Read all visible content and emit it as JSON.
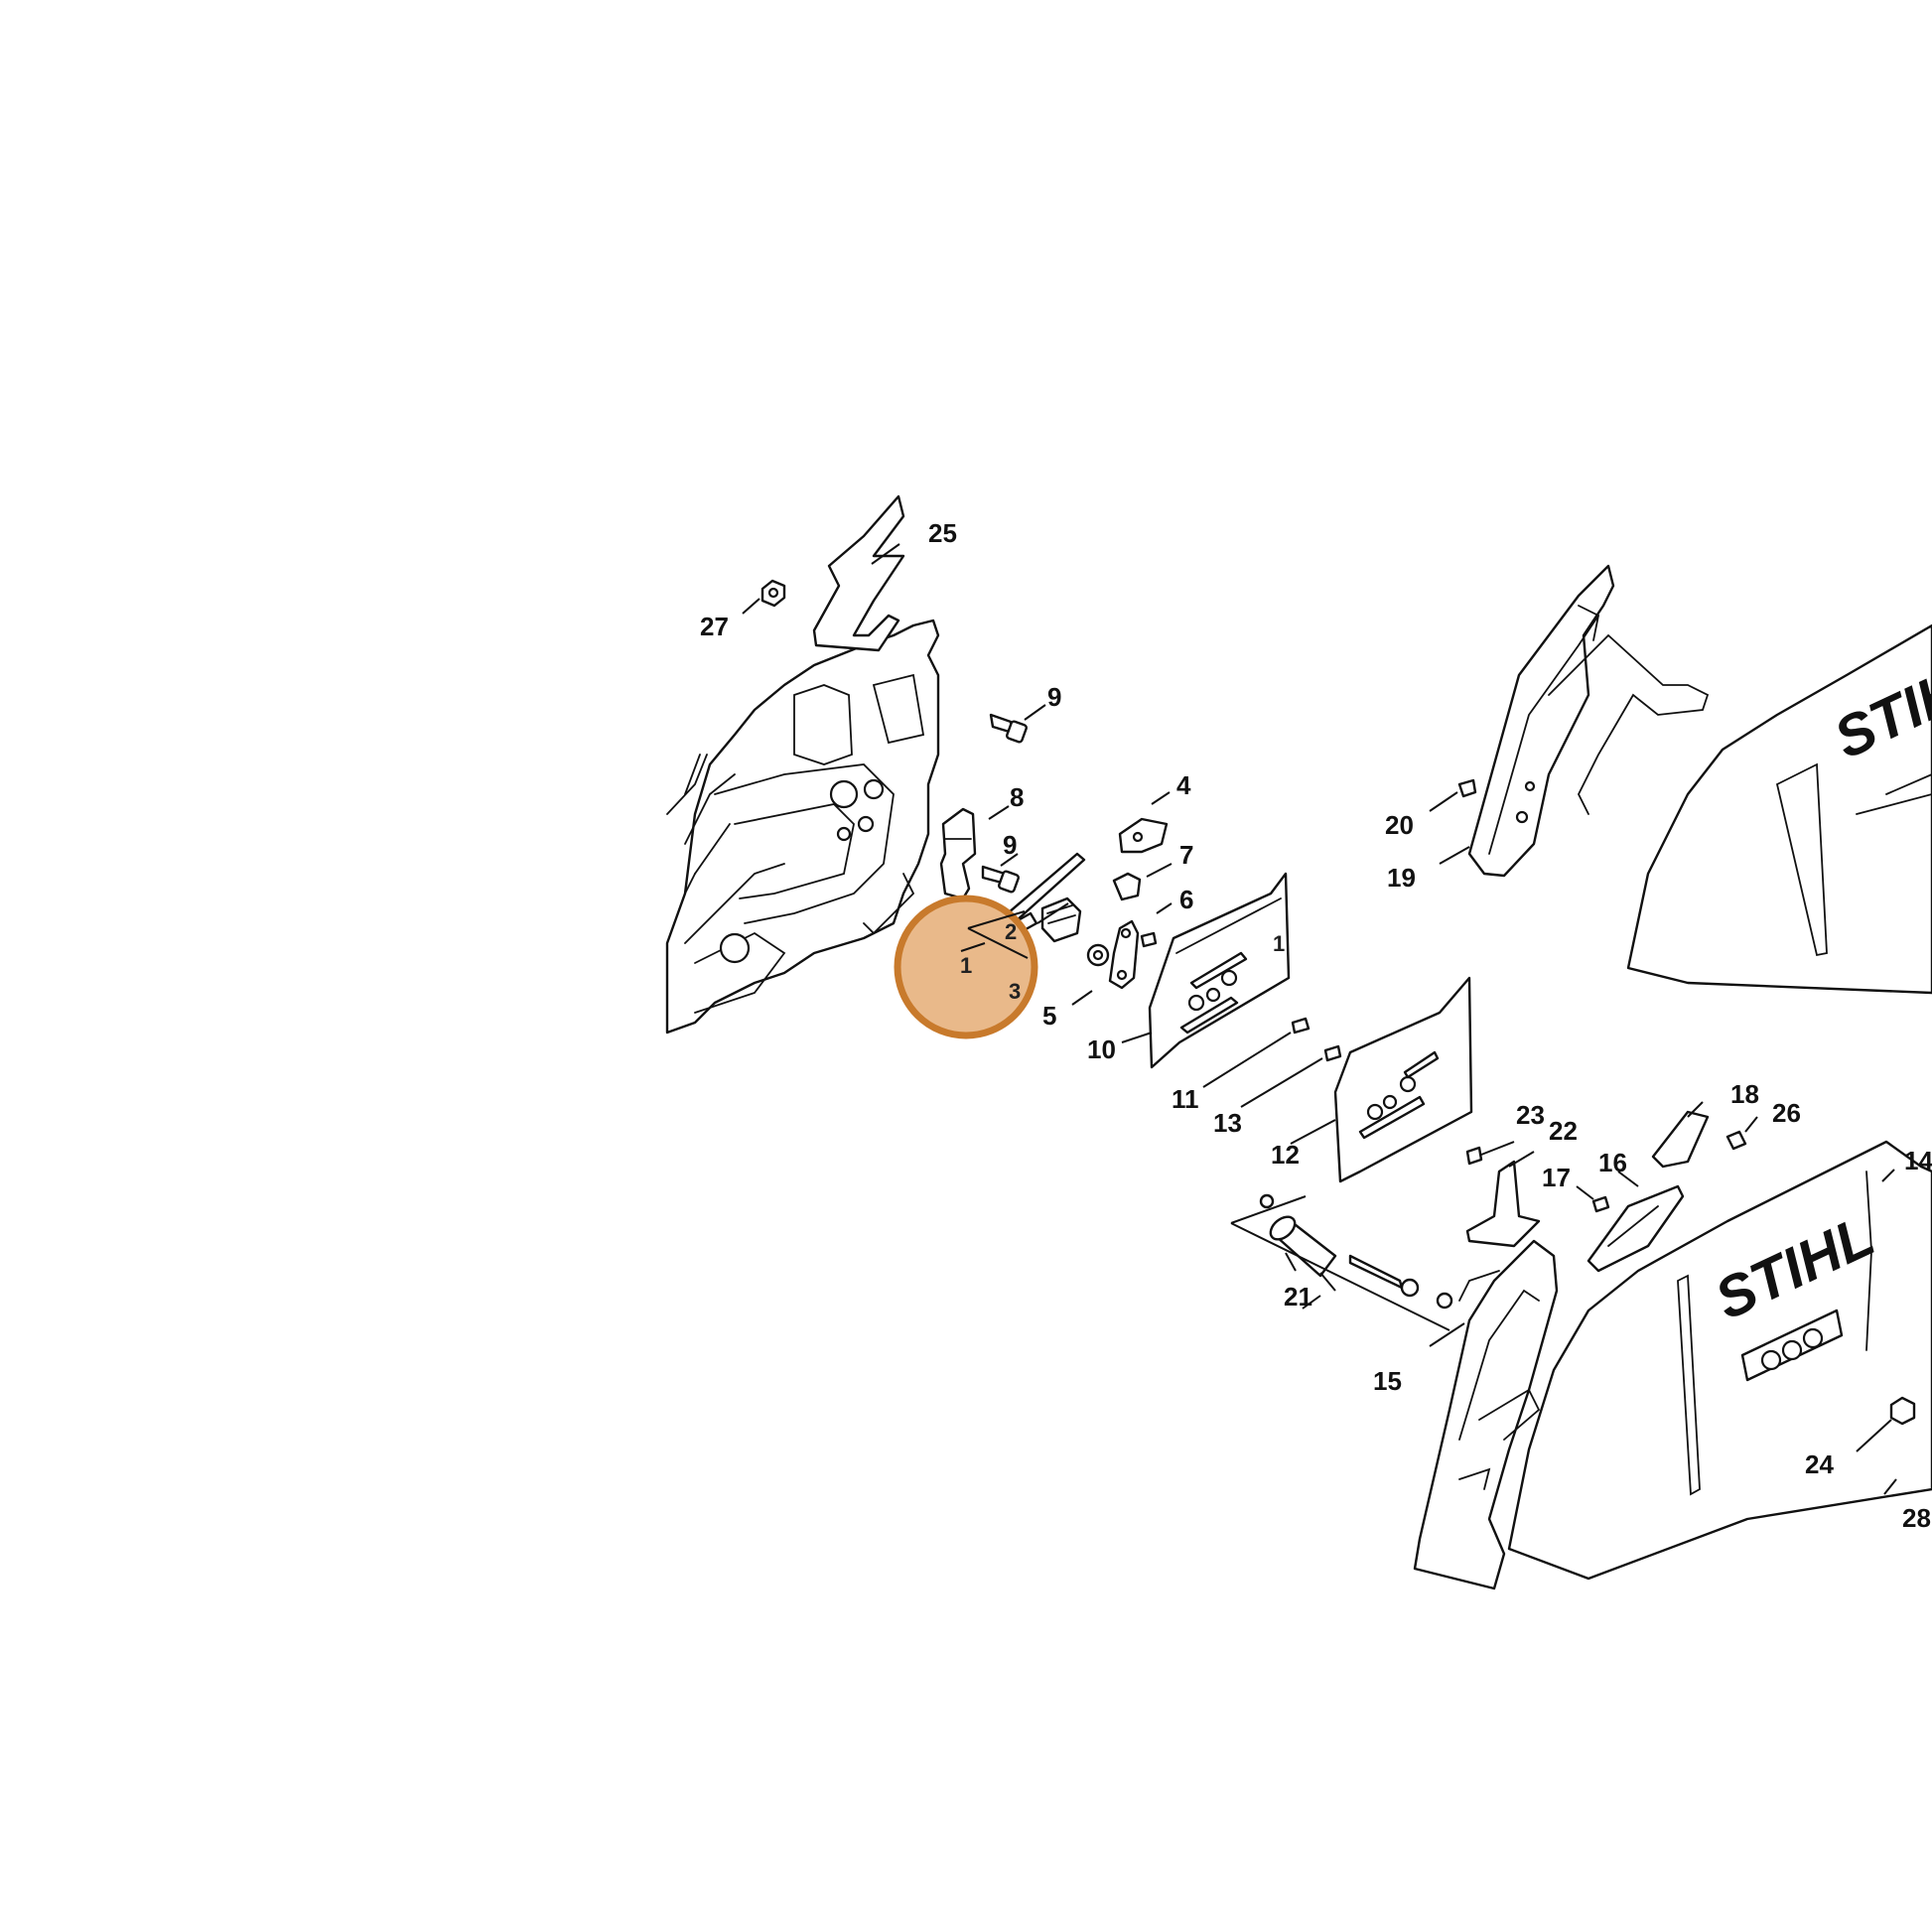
{
  "diagram": {
    "highlight_color": "#c87a2c",
    "highlight_fill": "#e9b98a",
    "brand_text": "STIHL",
    "highlight_labels": [
      "1",
      "2",
      "3"
    ],
    "callouts": [
      "25",
      "27",
      "9",
      "8",
      "9",
      "4",
      "7",
      "6",
      "5",
      "10",
      "11",
      "13",
      "12",
      "20",
      "19",
      "18",
      "26",
      "23",
      "22",
      "16",
      "17",
      "14",
      "21",
      "15",
      "24",
      "28"
    ],
    "bar_mark": "1"
  }
}
